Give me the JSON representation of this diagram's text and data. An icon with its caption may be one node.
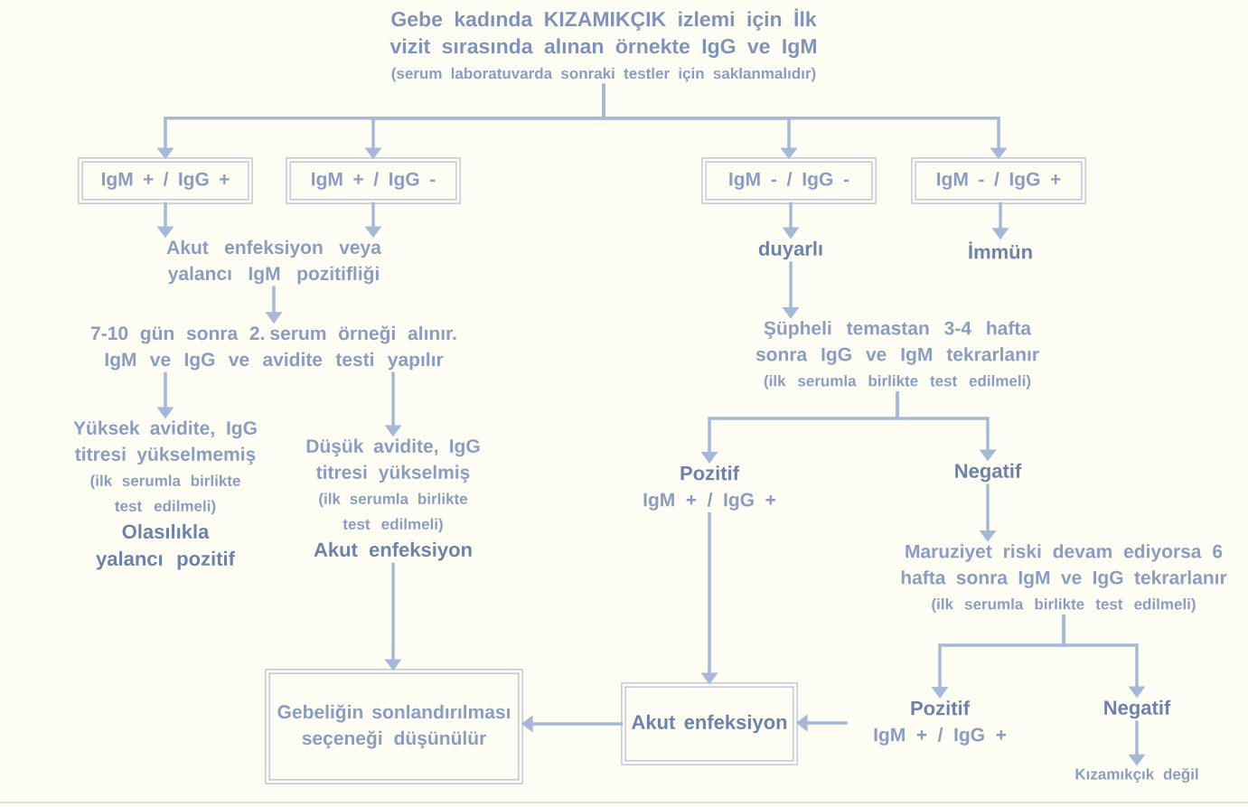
{
  "diagram": {
    "nodes": [
      {
        "text": [
          "Gebe kadında KIZAMIKÇIK izlemi için İlk vizit sırasında alınan örnekte IgG ve IgM",
          "(serum laboratuvarda sonraki testler için saklanmalıdır)"
        ]
      },
      {
        "text": [
          "IgM + / IgG +"
        ]
      },
      {
        "text": [
          "IgM + / IgG -"
        ]
      },
      {
        "text": [
          "IgM - / IgG -"
        ]
      },
      {
        "text": [
          "IgM - / IgG +"
        ]
      },
      {
        "text": [
          "Akut enfeksiyon veya yalancı IgM pozitifliği"
        ]
      },
      {
        "text": [
          "7-10 gün sonra 2. serum örneği alınır. IgM ve IgG ve avidite testi yapılır"
        ]
      },
      {
        "text": [
          "Yüksek avidite, IgG titresi yükselmemiş",
          "(ilk serumla birlikte test edilmeli)",
          "Olasılıkla yalancı pozitif"
        ]
      },
      {
        "text": [
          "Düşük avidite, IgG titresi yükselmiş",
          "(ilk serumla birlikte test edilmeli)",
          "Akut enfeksiyon"
        ]
      },
      {
        "text": [
          "duyarlı"
        ]
      },
      {
        "text": [
          "İmmün"
        ]
      },
      {
        "text": [
          "Şüpheli temastan 3-4 hafta sonra IgG ve IgM tekrarlanır",
          "(ilk serumla birlikte test edilmeli)"
        ]
      },
      {
        "text": [
          "Pozitif",
          "IgM + / IgG +"
        ]
      },
      {
        "text": [
          "Negatif"
        ]
      },
      {
        "text": [
          "Maruziyet riski devam ediyorsa 6 hafta sonra IgM ve IgG tekrarlanır",
          "(ilk serumla birlikte test edilmeli)"
        ]
      },
      {
        "text": [
          "Pozitif",
          "IgM + / IgG +"
        ]
      },
      {
        "text": [
          "Negatif"
        ]
      },
      {
        "text": [
          "Kızamıkçık değil"
        ]
      },
      {
        "text": [
          "Gebeliğin sonlandırılması seçeneği düşünülür"
        ]
      },
      {
        "text": [
          "Akut enfeksiyon"
        ]
      }
    ],
    "edges": [
      {
        "from": 0,
        "to": 1,
        "arrow": "to"
      },
      {
        "from": 0,
        "to": 2,
        "arrow": "to"
      },
      {
        "from": 0,
        "to": 3,
        "arrow": "to"
      },
      {
        "from": 0,
        "to": 4,
        "arrow": "to"
      },
      {
        "from": 1,
        "to": 5,
        "arrow": "to"
      },
      {
        "from": 2,
        "to": 5,
        "arrow": "to"
      },
      {
        "from": 5,
        "to": 6,
        "arrow": "to"
      },
      {
        "from": 6,
        "to": 7,
        "arrow": "to"
      },
      {
        "from": 6,
        "to": 8,
        "arrow": "to"
      },
      {
        "from": 3,
        "to": 9,
        "arrow": "to"
      },
      {
        "from": 4,
        "to": 10,
        "arrow": "to"
      },
      {
        "from": 9,
        "to": 11,
        "arrow": "to"
      },
      {
        "from": 11,
        "to": 12,
        "arrow": "to"
      },
      {
        "from": 11,
        "to": 13,
        "arrow": "to"
      },
      {
        "from": 13,
        "to": 14,
        "arrow": "to"
      },
      {
        "from": 14,
        "to": 15,
        "arrow": "to"
      },
      {
        "from": 14,
        "to": 16,
        "arrow": "to"
      },
      {
        "from": 16,
        "to": 17,
        "arrow": "to"
      },
      {
        "from": 8,
        "to": 18,
        "arrow": "to"
      },
      {
        "from": 12,
        "to": 19,
        "arrow": "to"
      },
      {
        "from": 19,
        "to": 18,
        "arrow": "to"
      },
      {
        "from": 15,
        "to": 19,
        "arrow": "to"
      }
    ]
  }
}
